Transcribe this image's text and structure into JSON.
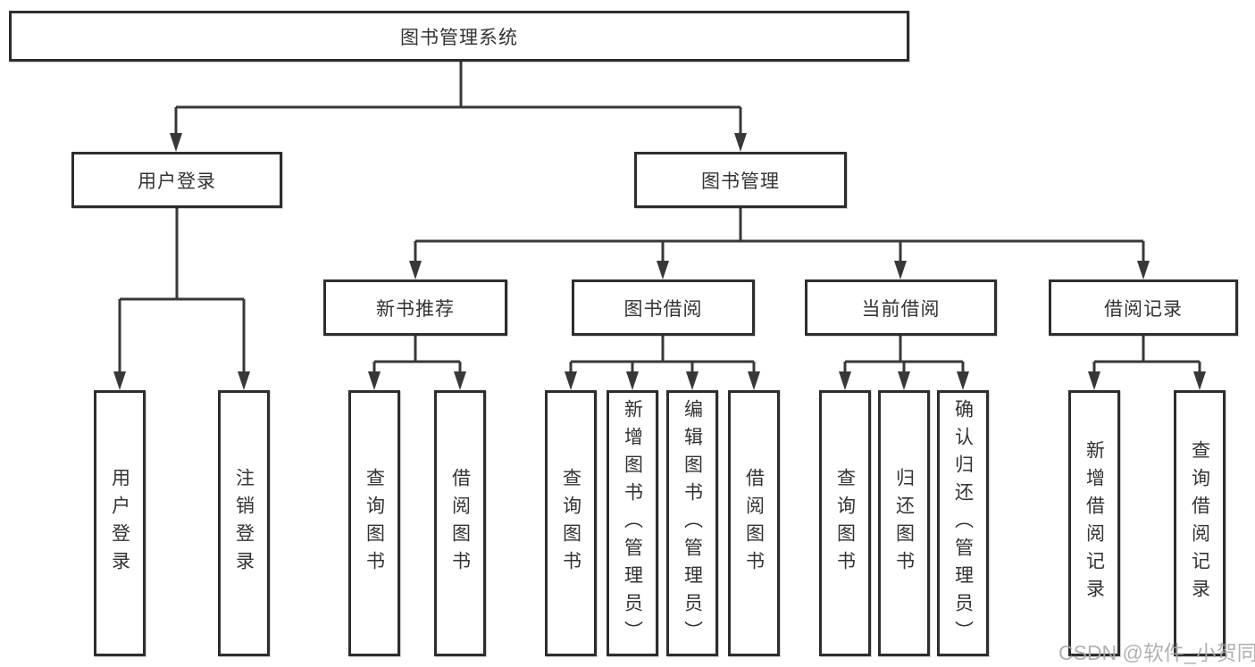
{
  "tree": {
    "label": "图书管理系统",
    "children": [
      {
        "label": "用户登录",
        "children": [
          {
            "label": "用户登录"
          },
          {
            "label": "注销登录"
          }
        ]
      },
      {
        "label": "图书管理",
        "children": [
          {
            "label": "新书推荐",
            "children": [
              {
                "label": "查询图书"
              },
              {
                "label": "借阅图书"
              }
            ]
          },
          {
            "label": "图书借阅",
            "children": [
              {
                "label": "查询图书"
              },
              {
                "label": "新增图书（管理员）"
              },
              {
                "label": "编辑图书（管理员）"
              },
              {
                "label": "借阅图书"
              }
            ]
          },
          {
            "label": "当前借阅",
            "children": [
              {
                "label": "查询图书"
              },
              {
                "label": "归还图书"
              },
              {
                "label": "确认归还（管理员）"
              }
            ]
          },
          {
            "label": "借阅记录",
            "children": [
              {
                "label": "新增借阅记录"
              },
              {
                "label": "查询借阅记录"
              }
            ]
          }
        ]
      }
    ]
  },
  "watermark": "CSDN @软件_小贺同学",
  "colors": {
    "line": "#383838",
    "box_border": "#2d2d2d",
    "text": "#333333",
    "watermark": "#a9a9a9"
  }
}
